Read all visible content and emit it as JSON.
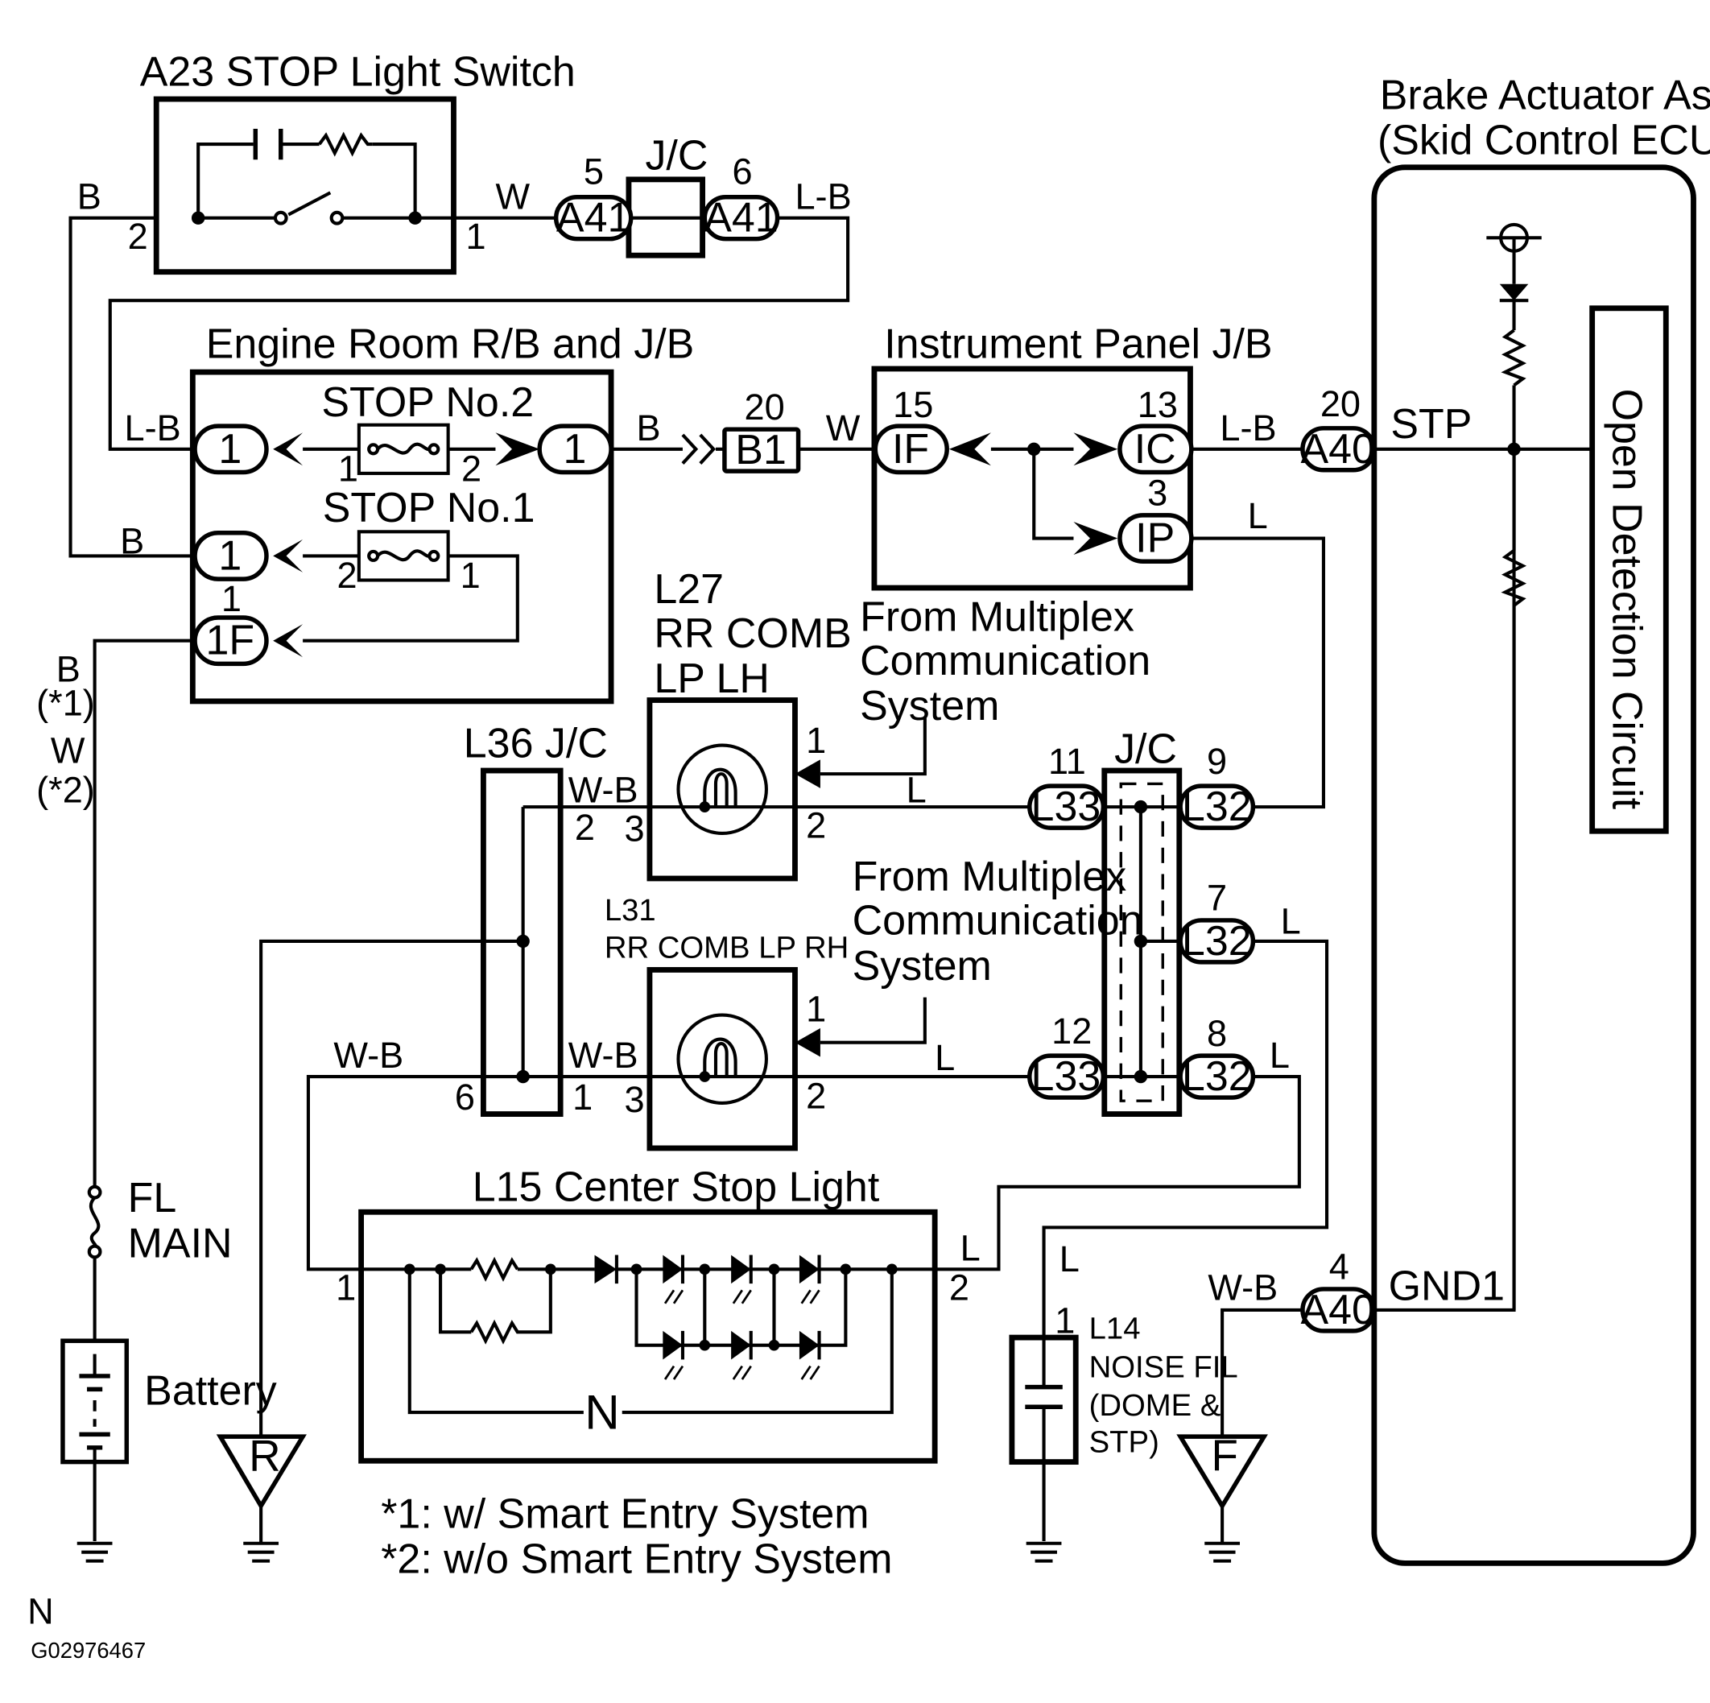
{
  "components": {
    "stop_switch": "A23 STOP Light Switch",
    "engine_room": "Engine Room R/B and J/B",
    "instrument_panel": "Instrument Panel J/B",
    "brake_actuator": [
      "Brake Actuator Assy",
      "(Skid Control ECU)"
    ],
    "open_detection": "Open Detection Circuit",
    "fuse_stop2": "STOP No.2",
    "fuse_stop1": "STOP No.1",
    "l27": [
      "L27",
      "RR COMB",
      "LP LH"
    ],
    "l31": [
      "L31",
      "RR COMB LP RH"
    ],
    "l36": "L36 J/C",
    "jc": "J/C",
    "l15": "L15 Center Stop Light",
    "l14": [
      "L14",
      "NOISE FIL",
      "(DOME &",
      "STP)"
    ],
    "fl_main": [
      "FL",
      "MAIN"
    ],
    "battery": "Battery",
    "multiplex": [
      "From Multiplex",
      "Communication",
      "System"
    ]
  },
  "connectors": {
    "a41": "A41",
    "b1": "B1",
    "if": "IF",
    "ic": "IC",
    "ip": "IP",
    "a40": "A40",
    "l33": "L33",
    "l32": "L32",
    "c1": "1",
    "c1f": "1F"
  },
  "grounds": {
    "r": "R",
    "f": "F"
  },
  "signals": {
    "stp": "STP",
    "gnd1": "GND1"
  },
  "wire_colors": {
    "b": "B",
    "w": "W",
    "lb": "L-B",
    "l": "L",
    "wb": "W-B",
    "note1": "(*1)",
    "note2": "(*2)"
  },
  "pins": {
    "sw_2": "2",
    "sw_1": "1",
    "a41_5": "5",
    "a41_6": "6",
    "f2_1": "1",
    "f2_2": "2",
    "f1_2": "2",
    "f1_1": "1",
    "x1f_1": "1",
    "b1_20": "20",
    "if_15": "15",
    "ic_13": "13",
    "ip_3": "3",
    "a40_20": "20",
    "l27_1": "1",
    "l27_2": "2",
    "l27_3": "3",
    "l36_2": "2",
    "l31_1": "1",
    "l31_2": "2",
    "l31_3": "3",
    "l36_6": "6",
    "l36_1": "1",
    "l33_11": "11",
    "l32_9": "9",
    "l32_7": "7",
    "l33_12": "12",
    "l32_8": "8",
    "l15_1": "1",
    "l15_2": "2",
    "l14_1": "1",
    "a40_4": "4"
  },
  "diode_circuit_letter": "N",
  "legend": [
    "*1: w/ Smart Entry System",
    "*2: w/o Smart Entry System"
  ],
  "footer": {
    "letter": "N",
    "code": "G02976467"
  }
}
